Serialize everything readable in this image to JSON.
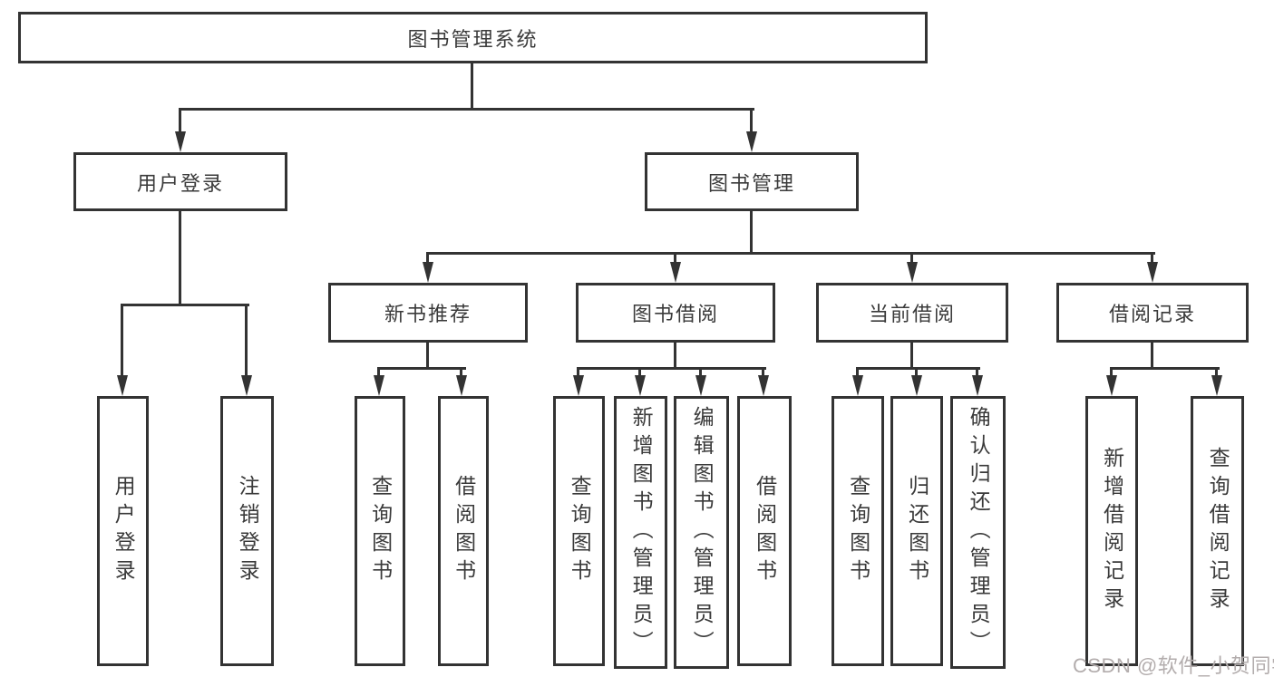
{
  "diagram_title": "图书管理系统",
  "tree": {
    "root": {
      "label": "图书管理系统",
      "children": [
        {
          "label": "用户登录",
          "children": [
            {
              "label": "用户登录"
            },
            {
              "label": "注销登录"
            }
          ]
        },
        {
          "label": "图书管理",
          "children": [
            {
              "label": "新书推荐",
              "children": [
                {
                  "label": "查询图书"
                },
                {
                  "label": "借阅图书"
                }
              ]
            },
            {
              "label": "图书借阅",
              "children": [
                {
                  "label": "查询图书"
                },
                {
                  "label": "新增图书（管理员）"
                },
                {
                  "label": "编辑图书（管理员）"
                },
                {
                  "label": "借阅图书"
                }
              ]
            },
            {
              "label": "当前借阅",
              "children": [
                {
                  "label": "查询图书"
                },
                {
                  "label": "归还图书"
                },
                {
                  "label": "确认归还（管理员）"
                }
              ]
            },
            {
              "label": "借阅记录",
              "children": [
                {
                  "label": "新增借阅记录"
                },
                {
                  "label": "查询借阅记录"
                }
              ]
            }
          ]
        }
      ]
    }
  },
  "watermark": "CSDN @软件_小贺同学",
  "colors": {
    "line": "#333333",
    "text": "#3a3a3a",
    "background": "#ffffff",
    "watermark": "#b3adad"
  }
}
